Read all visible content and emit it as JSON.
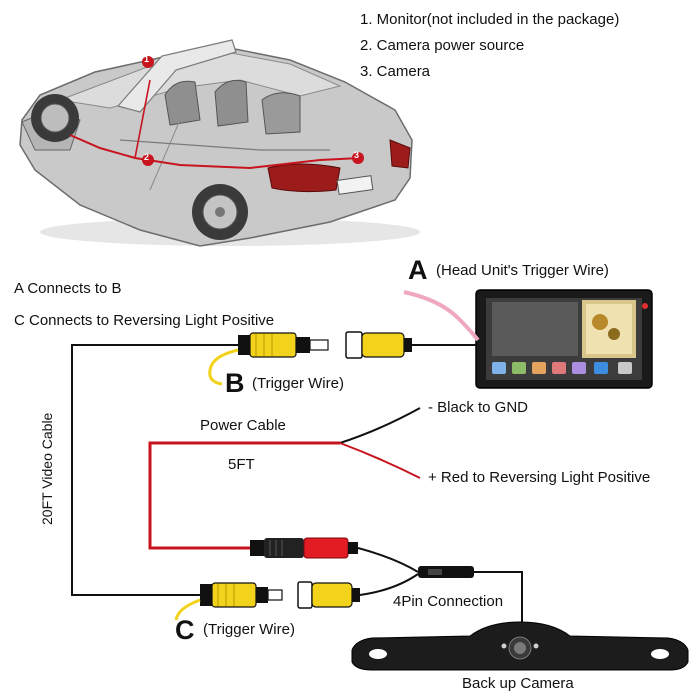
{
  "legend": {
    "items": [
      "1. Monitor(not included in the package)",
      "2. Camera power source",
      "3. Camera"
    ]
  },
  "car": {
    "markers": [
      "1",
      "2",
      "3"
    ]
  },
  "connections": {
    "a_to_b": "A Connects to B",
    "c_to_reverse": "C Connects to Reversing Light Positive"
  },
  "labels": {
    "a_letter": "A",
    "a_text": "(Head Unit's Trigger Wire)",
    "b_letter": "B",
    "b_text": "(Trigger Wire)",
    "c_letter": "C",
    "c_text": "(Trigger Wire)",
    "video_cable": "20FT Video Cable",
    "power_cable": "Power Cable",
    "power_length": "5FT",
    "black_gnd": "- Black to GND",
    "red_reverse": "+ Red to Reversing Light Positive",
    "four_pin": "4Pin Connection",
    "backup_camera": "Back up Camera"
  },
  "colors": {
    "wire_black": "#111111",
    "wire_red": "#c8141e",
    "rca_yellow": "#f2d21a",
    "pink_cable": "#f0a8c0"
  }
}
